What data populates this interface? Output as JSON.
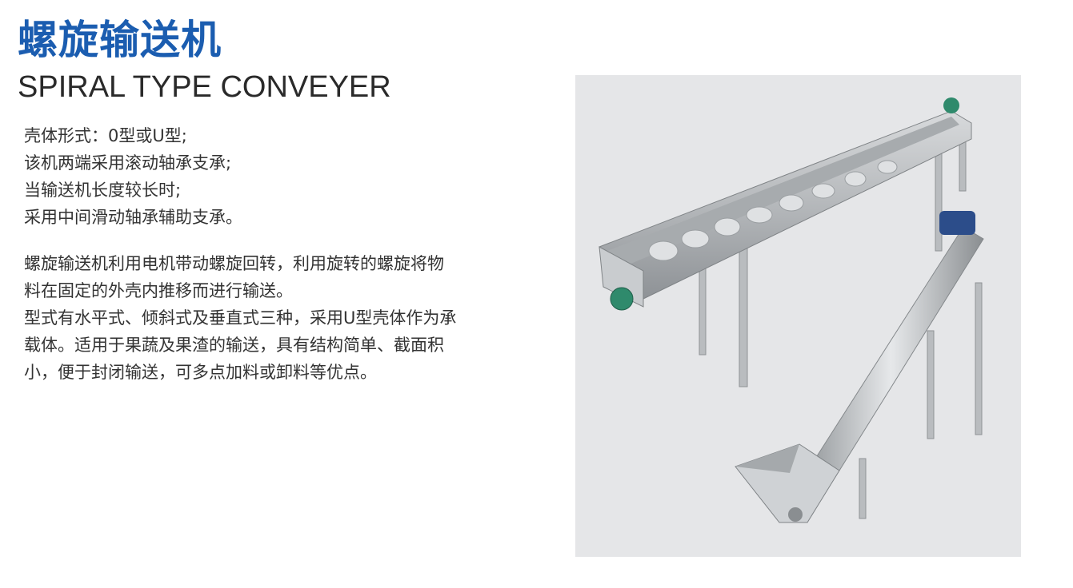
{
  "header": {
    "title": "螺旋输送机",
    "subtitle": "SPIRAL TYPE CONVEYER"
  },
  "specs": [
    "壳体形式：0型或U型;",
    "该机两端采用滚动轴承支承;",
    "当输送机长度较长时;",
    "采用中间滑动轴承辅助支承。"
  ],
  "description": [
    "螺旋输送机利用电机带动螺旋回转，利用旋转的螺旋将物",
    "料在固定的外壳内推移而进行输送。",
    "型式有水平式、倾斜式及垂直式三种，采用U型壳体作为承",
    "载体。适用于果蔬及果渣的输送，具有结构简单、截面积",
    "小，便于封闭输送，可多点加料或卸料等优点。"
  ],
  "colors": {
    "title": "#1b5db0",
    "photo_bg": "#e5e6e8"
  }
}
